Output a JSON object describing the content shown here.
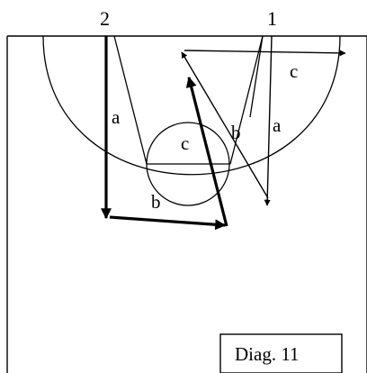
{
  "players": [
    {
      "id": "player-2",
      "label": "2"
    },
    {
      "id": "player-1",
      "label": "1"
    }
  ],
  "cut_labels": [
    {
      "id": "label-a-left",
      "text": "a"
    },
    {
      "id": "label-b-bottom",
      "text": "b"
    },
    {
      "id": "label-c-center",
      "text": "c"
    },
    {
      "id": "label-b-right",
      "text": "b"
    },
    {
      "id": "label-a-right",
      "text": "a"
    },
    {
      "id": "label-c-top",
      "text": "c"
    }
  ],
  "caption": "Diag. 11"
}
